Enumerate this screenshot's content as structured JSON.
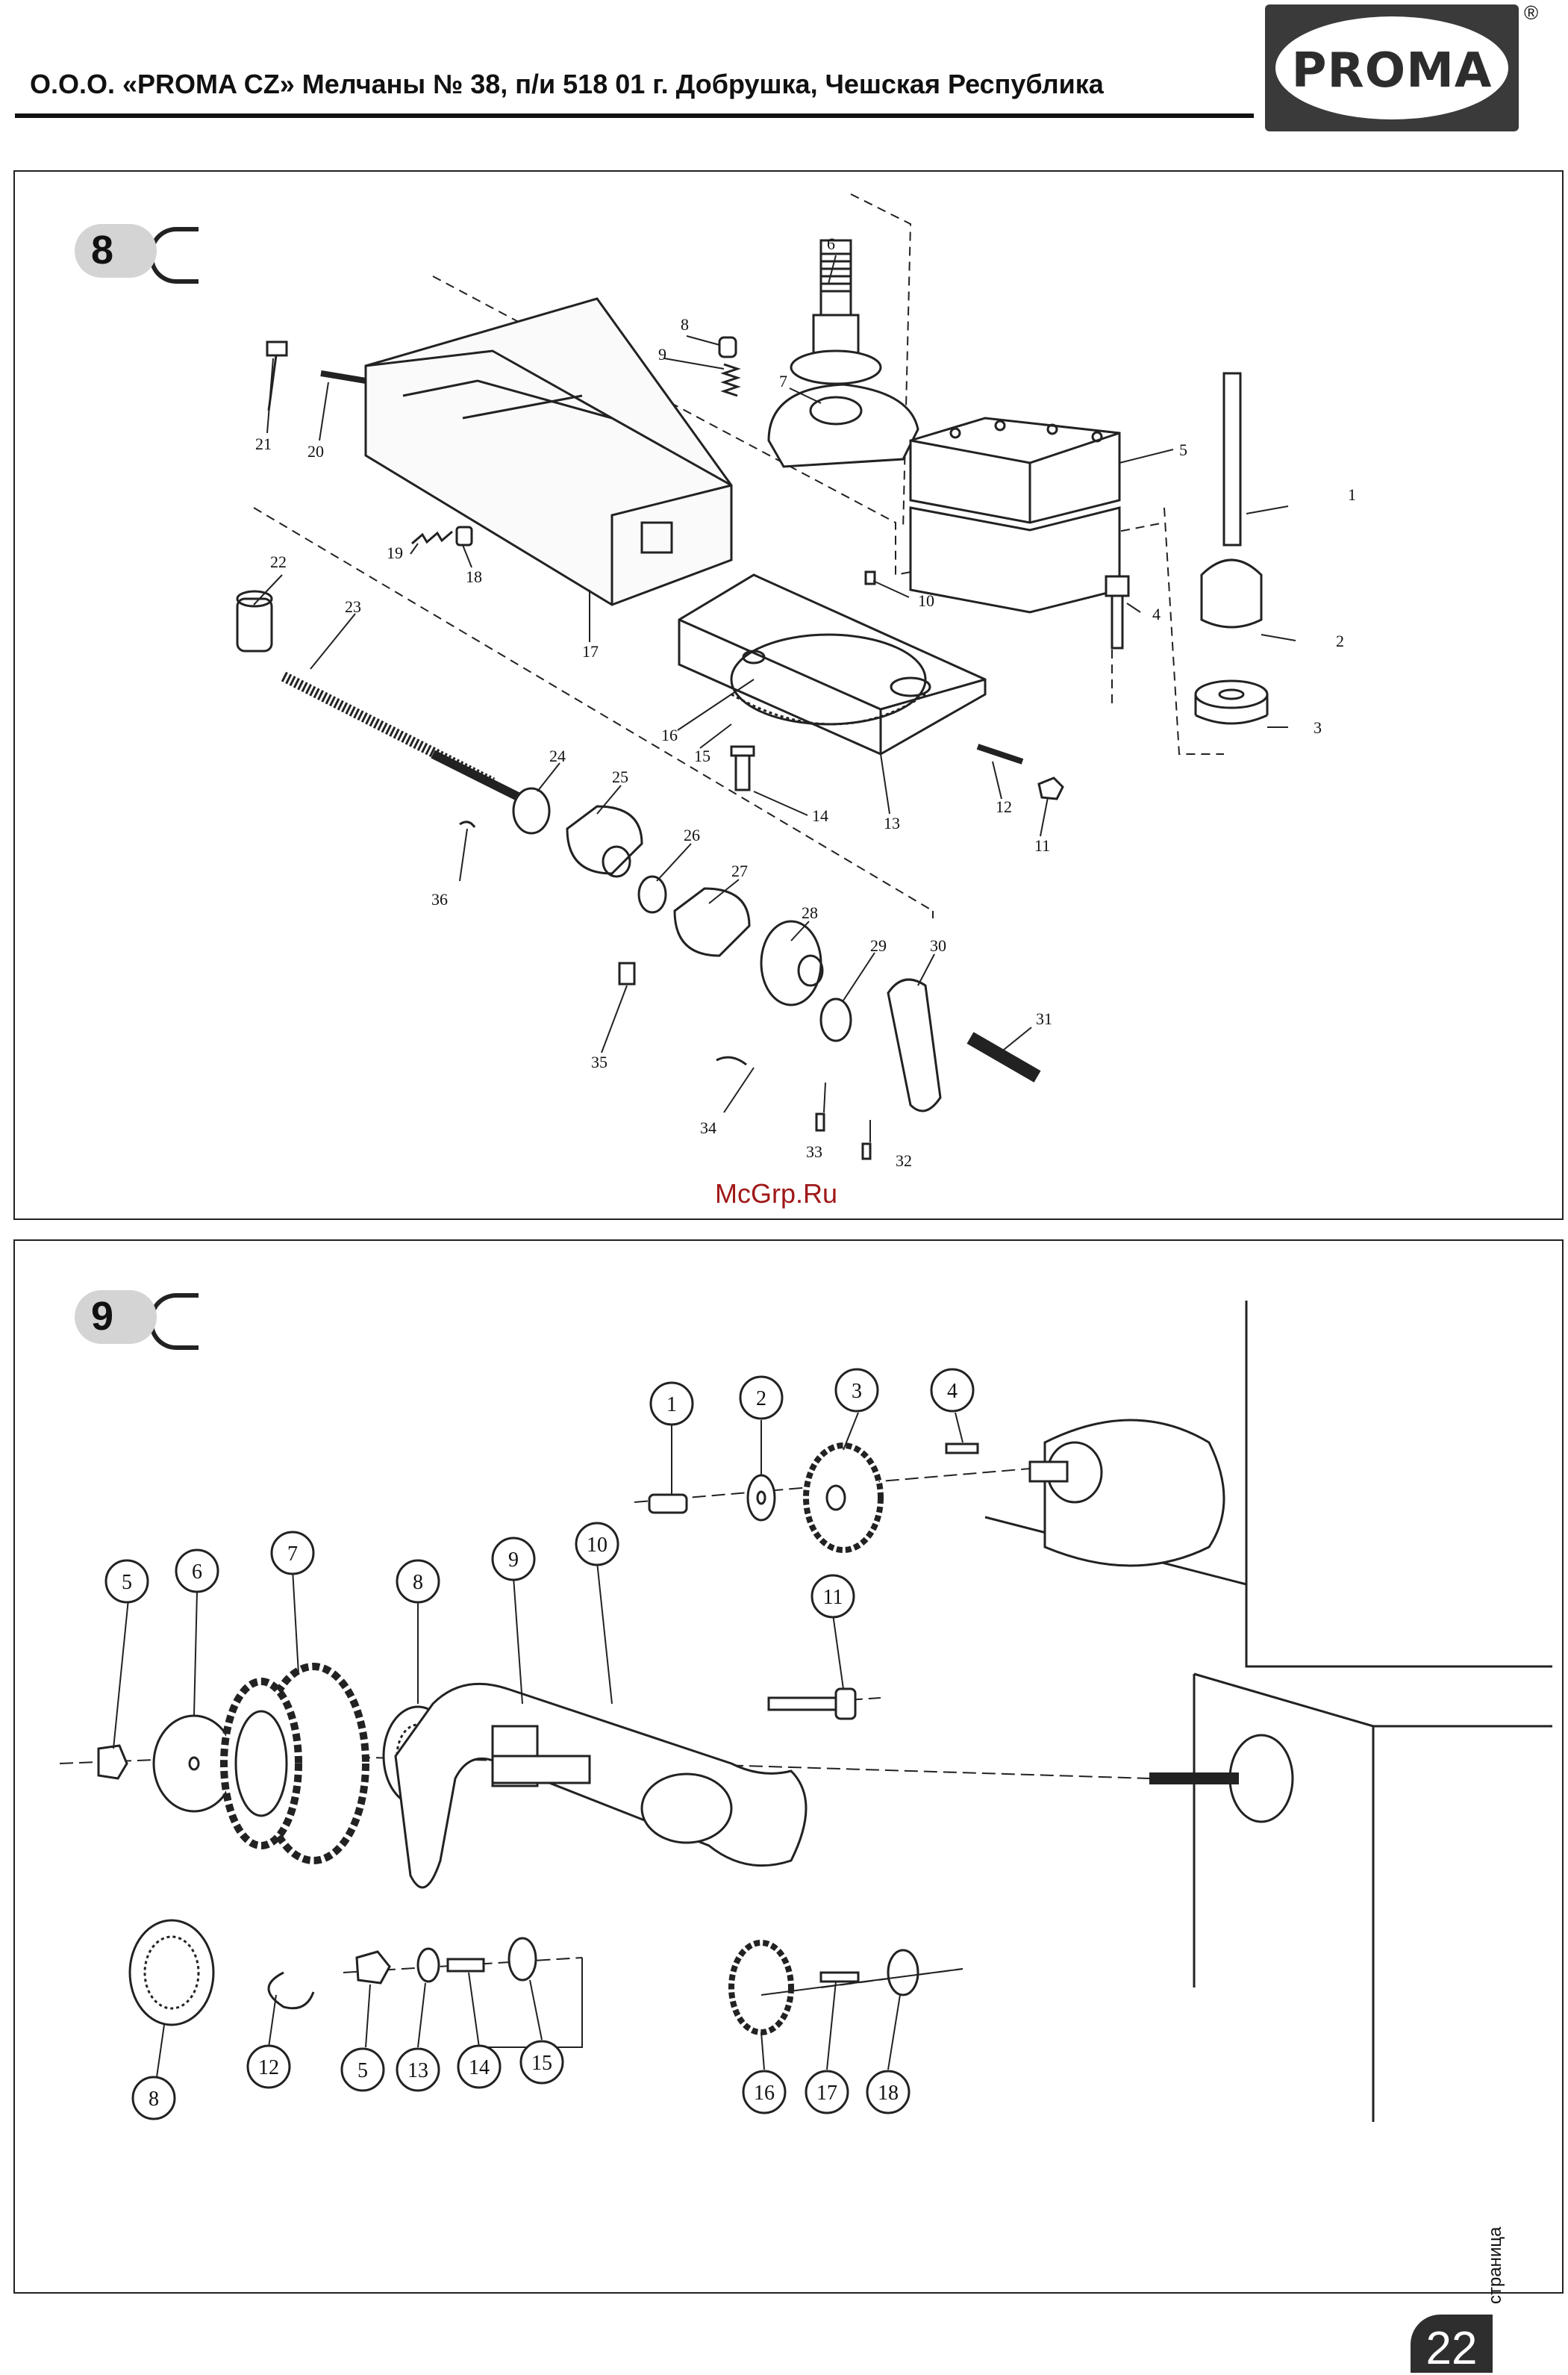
{
  "header": {
    "company_line": "О.О.О. «PROMA CZ» Мелчаны № 38, п/и 518 01 г. Добрушка, Чешская Республика",
    "logo_text": "PROMA",
    "registered_mark": "®"
  },
  "figure8": {
    "number": "8",
    "part_labels": [
      "1",
      "2",
      "3",
      "4",
      "5",
      "6",
      "7",
      "8",
      "9",
      "10",
      "11",
      "12",
      "13",
      "14",
      "15",
      "16",
      "17",
      "18",
      "19",
      "20",
      "21",
      "22",
      "23",
      "24",
      "25",
      "26",
      "27",
      "28",
      "29",
      "30",
      "31",
      "32",
      "33",
      "34",
      "35",
      "36"
    ]
  },
  "watermark": "McGrp.Ru",
  "figure9": {
    "number": "9",
    "part_labels": [
      "1",
      "2",
      "3",
      "4",
      "5",
      "6",
      "7",
      "8",
      "9",
      "10",
      "11",
      "12",
      "5",
      "13",
      "14",
      "15",
      "8",
      "16",
      "17",
      "18"
    ]
  },
  "footer": {
    "page_number": "22",
    "page_word": "страница"
  }
}
